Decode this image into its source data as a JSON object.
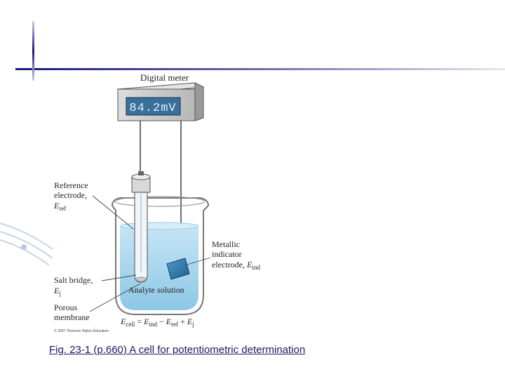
{
  "slide": {
    "caption": "Fig. 23-1 (p.660) A cell for potentiometric determination"
  },
  "diagram": {
    "meter_title": "Digital meter",
    "meter_reading": "84.2mV",
    "labels": {
      "reference_line1": "Reference",
      "reference_line2": "electrode,",
      "reference_symbol": "E",
      "reference_sub": "ref",
      "metallic_line1": "Metallic",
      "metallic_line2": "indicator",
      "metallic_line3": "electrode,",
      "metallic_symbol": "E",
      "metallic_sub": "ind",
      "salt_bridge_line1": "Salt bridge,",
      "salt_bridge_symbol": "E",
      "salt_bridge_sub": "j",
      "porous_line1": "Porous",
      "porous_line2": "membrane",
      "analyte": "Analyte solution"
    },
    "equation": {
      "lhs": "E",
      "lhs_sub": "cell",
      "t1": "E",
      "t1_sub": "ind",
      "t2": "E",
      "t2_sub": "ref",
      "t3": "E",
      "t3_sub": "j"
    },
    "copyright": "© 2007 Thomson Higher Education"
  },
  "colors": {
    "accent_navy": "#1a1a80",
    "liquid": "#a9d6ee",
    "meter_display": "#3a6f9a"
  }
}
